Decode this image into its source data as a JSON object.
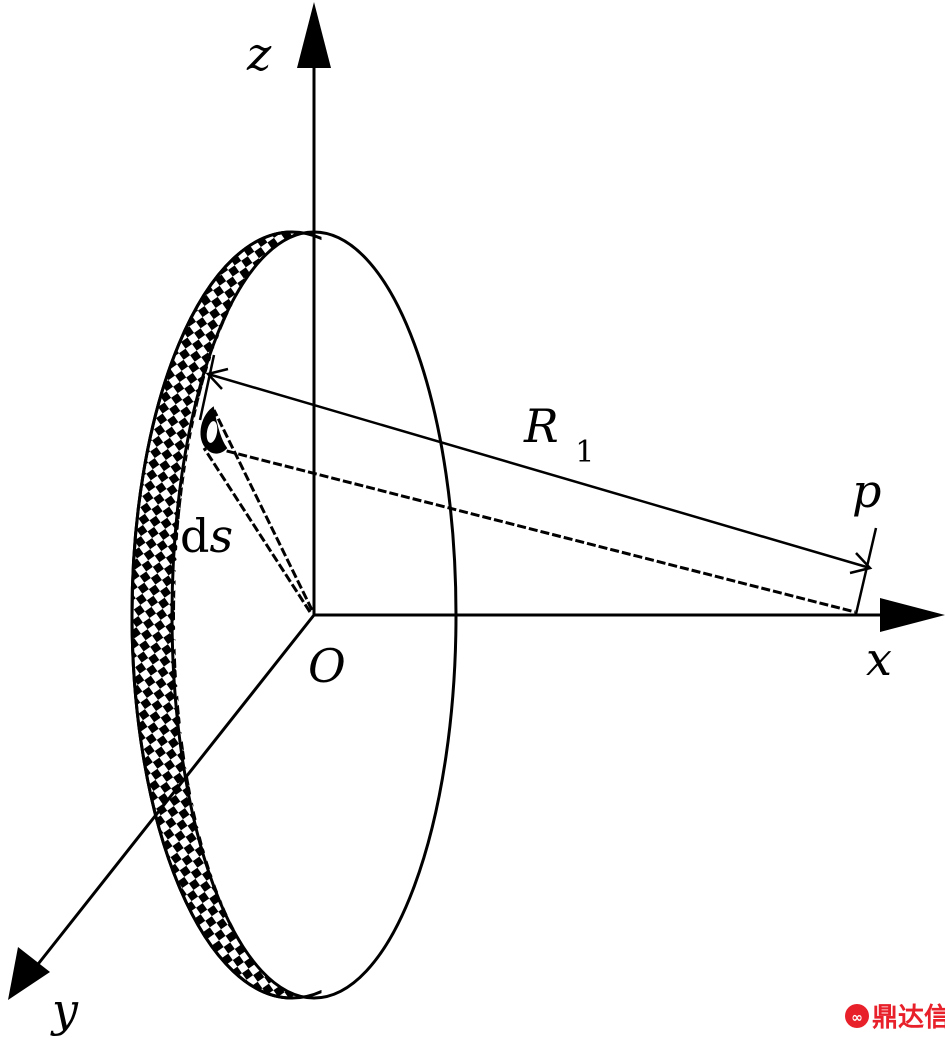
{
  "labels": {
    "axis_z": "z",
    "axis_x": "x",
    "axis_y": "y",
    "origin": "O",
    "distance_symbol": "R",
    "distance_subscript": "1",
    "point": "p",
    "element_d": "d",
    "element_s": "s"
  },
  "watermark": {
    "text": "鼎达信",
    "color": "#e8202a"
  },
  "colors": {
    "stroke": "#000000",
    "background": "#ffffff"
  }
}
